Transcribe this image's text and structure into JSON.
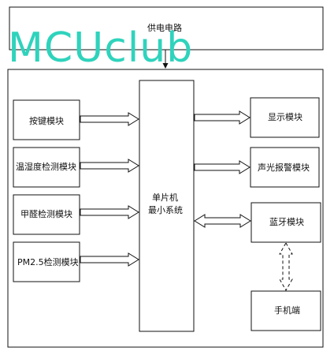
{
  "watermark": "MCUclub",
  "power": {
    "label": "供电电路"
  },
  "mcu": {
    "line1": "单片机",
    "line2": "最小系统"
  },
  "inputs": [
    {
      "label": "按键模块"
    },
    {
      "label": "温湿度检测模块"
    },
    {
      "label": "甲醛检测模块"
    },
    {
      "label": "PM2.5检测模块"
    }
  ],
  "outputs": [
    {
      "label": "显示模块"
    },
    {
      "label": "声光报警模块"
    },
    {
      "label": "蓝牙模块"
    }
  ],
  "phone": {
    "label": "手机端"
  },
  "colors": {
    "stroke": "#111111",
    "watermark": "#2fd3bc"
  }
}
